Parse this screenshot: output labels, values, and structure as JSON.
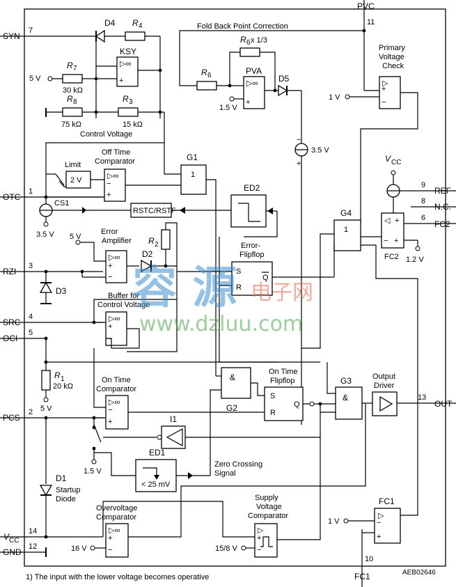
{
  "pins": {
    "syn": "SYN",
    "syn_n": "7",
    "otc": "OTC",
    "otc_n": "1",
    "rzi": "RZI",
    "rzi_n": "3",
    "src": "SRC",
    "src_n": "4",
    "oci": "OCI",
    "oci_n": "5",
    "pcs": "PCS",
    "pcs_n": "2",
    "vcc": "V",
    "vcc_sub": "CC",
    "vcc_n": "14",
    "gnd": "GND",
    "gnd_n": "12",
    "pvc": "PVC",
    "pvc_n": "11",
    "ref": "REF",
    "ref_n": "9",
    "nc": "N.C.",
    "nc_n": "8",
    "fc2": "FC2",
    "fc2_n": "6",
    "out": "OUT",
    "out_n": "13",
    "fc1": "FC1",
    "fc1_n": "10"
  },
  "blocks": {
    "ksy": "KSY",
    "pva": "PVA",
    "primary": [
      "Primary",
      "Voltage",
      "Check"
    ],
    "offtime": [
      "Off Time",
      "Comparator"
    ],
    "limit": "Limit",
    "limit_val": "2 V",
    "g1": "G1",
    "g1_sym": "1",
    "ed2": "ED2",
    "g4": "G4",
    "g4_sym": "1",
    "fc2": "FC2",
    "rstc": "RSTC/RSTF",
    "cs1": "CS1",
    "error_amp": [
      "Error",
      "Amplifier"
    ],
    "error_ff": [
      "Error-",
      "Flipflop"
    ],
    "buffer": [
      "Buffer for",
      "Control Voltage"
    ],
    "ontime_cmp": [
      "On Time",
      "Comparator"
    ],
    "ontime_ff": [
      "On Time",
      "Flipflop"
    ],
    "g2": "G2",
    "g2_sym": "&",
    "g3": "G3",
    "g3_sym": "&",
    "output_driver": [
      "Output",
      "Driver"
    ],
    "ed1": "ED1",
    "ed1_val": "< 25 mV",
    "i1": "I1",
    "zero_cross": [
      "Zero Crossing",
      "Signal"
    ],
    "overvoltage": [
      "Overvoltage",
      "Comparator"
    ],
    "supply": [
      "Supply",
      "Voltage",
      "Comparator"
    ],
    "fc1": "FC1",
    "ff_s": "S",
    "ff_r": "R",
    "ff_q": "Q",
    "ff_qbar": "Q"
  },
  "components": {
    "d4": "D4",
    "r4": "R",
    "r4_sub": "4",
    "r7": "R",
    "r7_sub": "7",
    "r7_val": "30 kΩ",
    "r8": "R",
    "r8_sub": "8",
    "r8_val": "75 kΩ",
    "r3": "R",
    "r3_sub": "3",
    "r3_val": "15 kΩ",
    "r6": "R",
    "r6_sub": "6",
    "r6b": "R",
    "r6b_sub": "6",
    "r6b_mul": " x 1/3",
    "d5": "D5",
    "d2": "D2",
    "r2": "R",
    "r2_sub": "2",
    "d3": "D3",
    "r1": "R",
    "r1_sub": "1",
    "r1_val": "20 kΩ",
    "d1": [
      "D1",
      "Startup",
      "Diode"
    ],
    "vcc_src": "V",
    "vcc_src_sub": "CC"
  },
  "labels": {
    "fold_back": "Fold Back Point Correction",
    "control_voltage": "Control Voltage",
    "v5_a": "5 V",
    "v5_b": "5 V",
    "v5_c": "5 V",
    "v15_pva": "1.5 V",
    "v1_primary": "1 V",
    "v35_src": "3.5 V",
    "v35_cs1": "3.5 V",
    "v12_fc2": "1.2 V",
    "v15_ed1": "1.5 V",
    "v16": "16 V",
    "v158": "15/8 V",
    "v1_fc1": "1 V"
  },
  "footnote": "1) The input with the lower voltage becomes operative",
  "code": "AEB02646",
  "watermark": {
    "cn": "容 源",
    "cn2": "电子网",
    "url": "www.dzluu.com"
  }
}
